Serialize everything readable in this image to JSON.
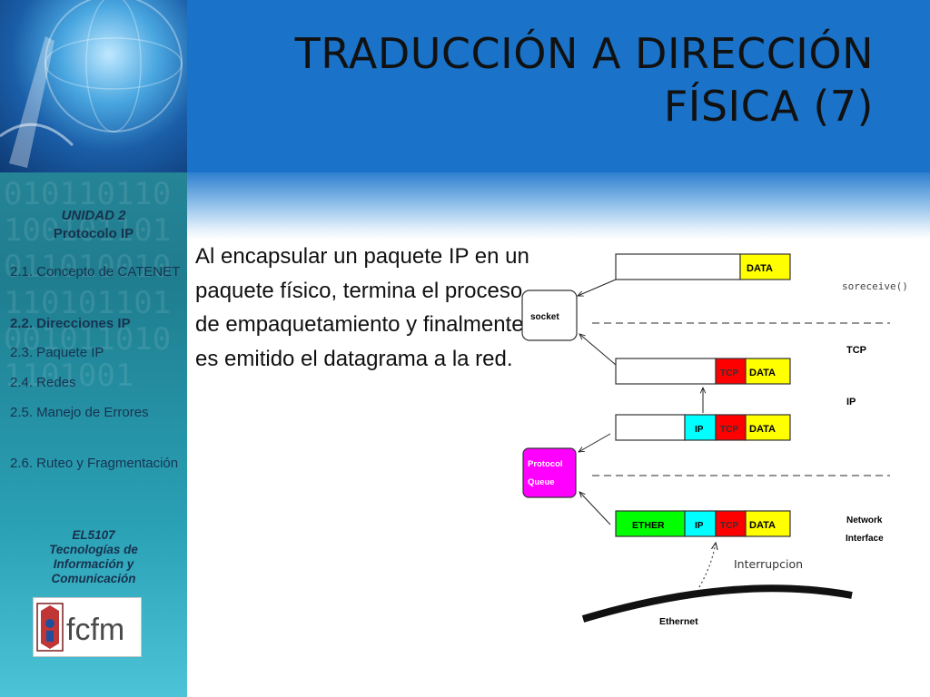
{
  "title": {
    "line1": "TRADUCCIÓN A DIRECCIÓN",
    "line2": "FÍSICA (7)"
  },
  "sidebar": {
    "unit_label": "UNIDAD 2",
    "unit_name": "Protocolo IP",
    "nav": [
      {
        "label": "2.1.  Concepto de CATENET",
        "active": false
      },
      {
        "label": "2.2.  Direcciones IP",
        "active": true
      },
      {
        "label": "2.3.  Paquete IP",
        "active": false
      },
      {
        "label": "2.4.  Redes",
        "active": false
      },
      {
        "label": "2.5.  Manejo de Errores",
        "active": false
      },
      {
        "label": "2.6. Ruteo y Fragmentación",
        "active": false
      }
    ],
    "course": {
      "code": "EL5107",
      "line1": "Tecnologías de",
      "line2": "Información  y",
      "line3": "Comunicación"
    },
    "logo_text": "fcfm"
  },
  "body": {
    "text": "Al encapsular un paquete IP en un paquete físico, termina el proceso de empaquetamiento y finalmente es emitido el datagrama a la red."
  },
  "diagram": {
    "socket_label": "socket",
    "queue_label_1": "Protocol",
    "queue_label_2": "Queue",
    "soreceive_label": "soreceive()",
    "tcp_label": "TCP",
    "ip_label": "IP",
    "network_label_1": "Network",
    "network_label_2": "Interface",
    "interrupt_label": "Interrupcion",
    "ethernet_label": "Ethernet",
    "fields": {
      "data": "DATA",
      "tcp": "TCP",
      "ip": "IP",
      "ether": "ETHER"
    },
    "colors": {
      "data": "#ffff00",
      "tcp": "#ff0000",
      "ip": "#00ffff",
      "ether": "#00ff00",
      "queue": "#ff00ff"
    }
  }
}
